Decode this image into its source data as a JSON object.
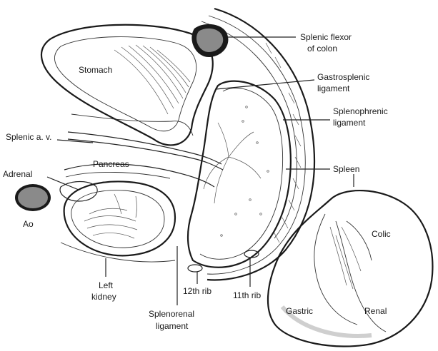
{
  "labels": {
    "stomach": "Stomach",
    "splenic_flexor_1": "Splenic flexor",
    "splenic_flexor_2": "of colon",
    "gastrosplenic_1": "Gastrosplenic",
    "gastrosplenic_2": "ligament",
    "splenophrenic_1": "Splenophrenic",
    "splenophrenic_2": "ligament",
    "splenic_av": "Splenic a. v.",
    "pancreas": "Pancreas",
    "adrenal": "Adrenal",
    "spleen": "Spleen",
    "ao": "Ao",
    "left_kidney_1": "Left",
    "left_kidney_2": "kidney",
    "rib_12": "12th rib",
    "rib_11": "11th rib",
    "splenorenal_1": "Splenorenal",
    "splenorenal_2": "ligament",
    "colic": "Colic",
    "gastric": "Gastric",
    "renal": "Renal"
  },
  "colors": {
    "line": "#1a1a1a",
    "organ_fill_gray": "#8a8a8a",
    "shading": "#cfcfcf",
    "background": "#ffffff"
  }
}
